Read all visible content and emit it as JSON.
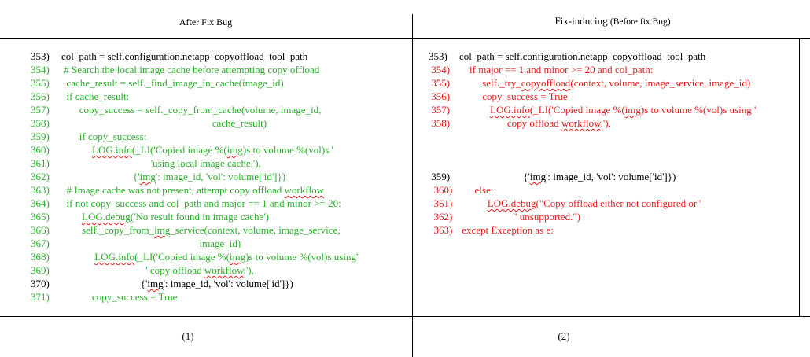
{
  "headers": {
    "left": "After Fix Bug",
    "right_main": "Fix-inducing ",
    "right_sub": "(Before fix Bug)"
  },
  "left_lines": [
    {
      "n": "353)",
      "pad": "",
      "color": "black",
      "segs": [
        {
          "t": "col_path = "
        },
        {
          "t": "self.configuration.netapp_copyoffload_tool_path",
          "s": "ul"
        }
      ]
    },
    {
      "n": "354)",
      "pad": " ",
      "color": "green",
      "segs": [
        {
          "t": "# Search the local image cache before attempting copy offload"
        }
      ]
    },
    {
      "n": "355)",
      "pad": "  ",
      "color": "green",
      "segs": [
        {
          "t": "cache_result = self._find_image_in_cache(image_id)"
        }
      ]
    },
    {
      "n": "356)",
      "pad": "  ",
      "color": "green",
      "segs": [
        {
          "t": "if cache_result:"
        }
      ]
    },
    {
      "n": "357)",
      "pad": "       ",
      "color": "green",
      "segs": [
        {
          "t": "copy_success = self._copy_from_cache(volume, image_id,"
        }
      ]
    },
    {
      "n": "358)",
      "pad": "                                                           ",
      "color": "green",
      "segs": [
        {
          "t": "cache_result)"
        }
      ]
    },
    {
      "n": "359)",
      "pad": "       ",
      "color": "green",
      "segs": [
        {
          "t": "if copy_success:"
        }
      ]
    },
    {
      "n": "360)",
      "pad": "            ",
      "color": "green",
      "segs": [
        {
          "t": "LOG.info",
          "s": "wavy"
        },
        {
          "t": "(_LI('Copied image %("
        },
        {
          "t": "img",
          "s": "wavy"
        },
        {
          "t": ")s to volume %(vol)s '"
        }
      ]
    },
    {
      "n": "361)",
      "pad": "                                   ",
      "color": "green",
      "segs": [
        {
          "t": "'using local image cache.'),"
        }
      ]
    },
    {
      "n": "362)",
      "pad": "                            ",
      "color": "green",
      "segs": [
        {
          "t": "{'"
        },
        {
          "t": "img",
          "s": "wavy"
        },
        {
          "t": "': image_id, 'vol': volume['id']})"
        }
      ]
    },
    {
      "n": "363)",
      "pad": "  ",
      "color": "green",
      "segs": [
        {
          "t": "# Image cache was not present, attempt copy offload "
        },
        {
          "t": "workflow",
          "s": "wavy"
        }
      ]
    },
    {
      "n": "364)",
      "pad": "  ",
      "color": "green",
      "segs": [
        {
          "t": "if not copy_success and col_path and major == 1 and minor >= 20:"
        }
      ]
    },
    {
      "n": "365)",
      "pad": "        ",
      "color": "green",
      "segs": [
        {
          "t": "LOG.debug",
          "s": "wavy"
        },
        {
          "t": "('No result found in image cache')"
        }
      ]
    },
    {
      "n": "366)",
      "pad": "        ",
      "color": "green",
      "segs": [
        {
          "t": "self._copy_from_"
        },
        {
          "t": "img",
          "s": "wavy"
        },
        {
          "t": "_service(context, volume, image_service,"
        }
      ]
    },
    {
      "n": "367)",
      "pad": "                                                      ",
      "color": "green",
      "segs": [
        {
          "t": "image_id)"
        }
      ]
    },
    {
      "n": "368)",
      "pad": "             ",
      "color": "green",
      "segs": [
        {
          "t": "LOG.info",
          "s": "wavy"
        },
        {
          "t": "(_LI('Copied image %("
        },
        {
          "t": "img",
          "s": "wavy"
        },
        {
          "t": ")s to volume %(vol)s using'"
        }
      ]
    },
    {
      "n": "369)",
      "pad": "                                 ",
      "color": "green",
      "segs": [
        {
          "t": "' copy offload "
        },
        {
          "t": "workflow",
          "s": "wavy"
        },
        {
          "t": ".'),"
        }
      ]
    },
    {
      "n": "370)",
      "pad": "                               ",
      "color": "black",
      "segs": [
        {
          "t": "{'"
        },
        {
          "t": "img",
          "s": "wavy"
        },
        {
          "t": "': image_id, 'vol': volume['id']})"
        }
      ]
    },
    {
      "n": "371)",
      "pad": "            ",
      "color": "green",
      "segs": [
        {
          "t": "copy_success = True"
        }
      ]
    }
  ],
  "right_lines": [
    {
      "n": "353)",
      "pad": "",
      "color": "black",
      "segs": [
        {
          "t": "col_path = "
        },
        {
          "t": "self.configuration.netapp_copyoffload_tool_path",
          "s": "ul"
        }
      ]
    },
    {
      "n": " 354)",
      "pad": "    ",
      "color": "red",
      "segs": [
        {
          "t": "if major == 1 and minor >= 20 and col_path:"
        }
      ]
    },
    {
      "n": " 355)",
      "pad": "         ",
      "color": "red",
      "segs": [
        {
          "t": "self._try_"
        },
        {
          "t": "copyoffload",
          "s": "wavy"
        },
        {
          "t": "(context, volume, image_service, image_id)"
        }
      ]
    },
    {
      "n": " 356)",
      "pad": "         ",
      "color": "red",
      "segs": [
        {
          "t": "copy_success = True"
        }
      ]
    },
    {
      "n": " 357)",
      "pad": "            ",
      "color": "red",
      "segs": [
        {
          "t": "LOG.info",
          "s": "wavy"
        },
        {
          "t": "(_LI('Copied image %("
        },
        {
          "t": "img",
          "s": "wavy"
        },
        {
          "t": ")s to volume %(vol)s using '"
        }
      ]
    },
    {
      "n": " 358)",
      "pad": "                  ",
      "color": "red",
      "segs": [
        {
          "t": "'copy offload "
        },
        {
          "t": "workflow",
          "s": "wavy"
        },
        {
          "t": ".'),"
        }
      ]
    },
    {
      "n": "",
      "pad": "",
      "color": "black",
      "segs": []
    },
    {
      "n": "",
      "pad": "",
      "color": "black",
      "segs": []
    },
    {
      "n": "",
      "pad": "",
      "color": "black",
      "segs": []
    },
    {
      "n": " 359)",
      "pad": "                         ",
      "color": "black",
      "segs": [
        {
          "t": "{'"
        },
        {
          "t": "img",
          "s": "wavy"
        },
        {
          "t": "': image_id, 'vol': volume['id']})"
        }
      ]
    },
    {
      "n": "  360)",
      "pad": "      ",
      "color": "red",
      "segs": [
        {
          "t": "else:"
        }
      ]
    },
    {
      "n": "  361)",
      "pad": "           ",
      "color": "red",
      "segs": [
        {
          "t": "LOG.debug",
          "s": "wavy"
        },
        {
          "t": "(\"Copy offload either not configured or\""
        }
      ]
    },
    {
      "n": "  362)",
      "pad": "                     ",
      "color": "red",
      "segs": [
        {
          "t": "\" unsupported.\")"
        }
      ]
    },
    {
      "n": "  363)",
      "pad": " ",
      "color": "red",
      "segs": [
        {
          "t": "except Exception as e:"
        }
      ]
    }
  ],
  "footers": {
    "left": "(1)",
    "right": "(2)"
  }
}
